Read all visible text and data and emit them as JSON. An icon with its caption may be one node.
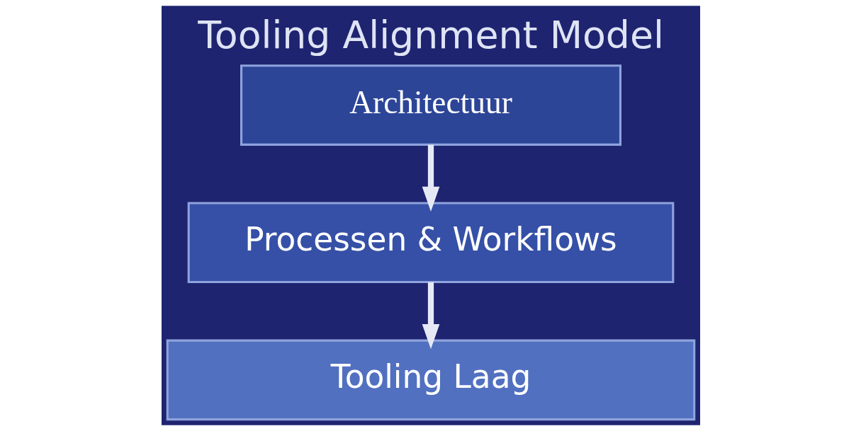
{
  "diagram": {
    "title": "Tooling Alignment Model",
    "nodes": [
      {
        "text": [
          "Architectuur"
        ]
      },
      {
        "text": [
          "Processen & Workflows"
        ]
      },
      {
        "text": [
          "Tooling Laag"
        ]
      }
    ],
    "edges": [
      {
        "from": 0,
        "to": 1,
        "arrow": "to"
      },
      {
        "from": 1,
        "to": 2,
        "arrow": "to"
      }
    ]
  }
}
